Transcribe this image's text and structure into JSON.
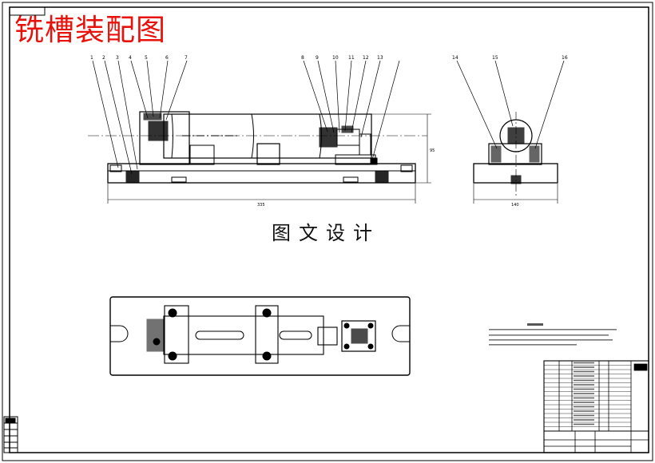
{
  "drawing": {
    "title": "铣槽装配图",
    "caption": "图文设计",
    "front_view_callouts": [
      "1",
      "2",
      "3",
      "4",
      "5",
      "6",
      "7"
    ],
    "front_view_callouts_right": [
      "8",
      "9",
      "10",
      "11",
      "12",
      "13"
    ],
    "side_view_callouts": [
      "14",
      "15",
      "16"
    ],
    "dimensions": {
      "overall_length": "335",
      "overall_height": "95",
      "side_width": "140"
    }
  }
}
